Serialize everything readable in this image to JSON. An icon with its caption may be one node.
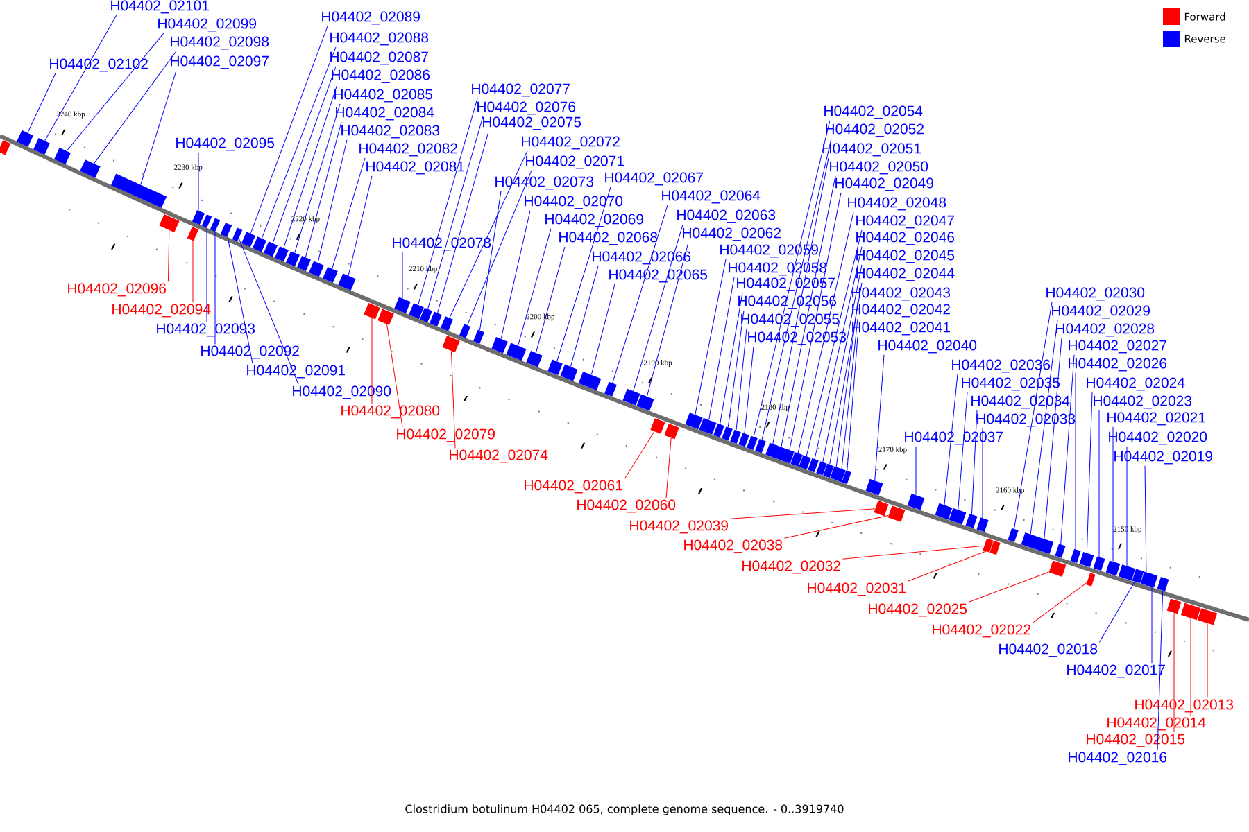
{
  "diagram": {
    "caption": "Clostridium botulinum H04402 065, complete genome sequence. - 0..3919740",
    "nodes": [
      {
        "text": [
          "H04402_02101"
        ]
      },
      {
        "text": [
          "H04402_02099"
        ]
      },
      {
        "text": [
          "H04402_02102"
        ]
      },
      {
        "text": [
          "H04402_02098"
        ]
      },
      {
        "text": [
          "H04402_02097"
        ]
      },
      {
        "text": [
          "H04402_02095"
        ]
      },
      {
        "text": [
          "H04402_02089"
        ]
      },
      {
        "text": [
          "H04402_02088"
        ]
      },
      {
        "text": [
          "H04402_02087"
        ]
      },
      {
        "text": [
          "H04402_02086"
        ]
      },
      {
        "text": [
          "H04402_02085"
        ]
      },
      {
        "text": [
          "H04402_02084"
        ]
      },
      {
        "text": [
          "H04402_02083"
        ]
      },
      {
        "text": [
          "H04402_02082"
        ]
      },
      {
        "text": [
          "H04402_02081"
        ]
      },
      {
        "text": [
          "H04402_02078"
        ]
      },
      {
        "text": [
          "H04402_02077"
        ]
      },
      {
        "text": [
          "H04402_02076"
        ]
      },
      {
        "text": [
          "H04402_02075"
        ]
      },
      {
        "text": [
          "H04402_02072"
        ]
      },
      {
        "text": [
          "H04402_02071"
        ]
      },
      {
        "text": [
          "H04402_02073"
        ]
      },
      {
        "text": [
          "H04402_02070"
        ]
      },
      {
        "text": [
          "H04402_02069"
        ]
      },
      {
        "text": [
          "H04402_02068"
        ]
      },
      {
        "text": [
          "H04402_02067"
        ]
      },
      {
        "text": [
          "H04402_02066"
        ]
      },
      {
        "text": [
          "H04402_02065"
        ]
      },
      {
        "text": [
          "H04402_02064"
        ]
      },
      {
        "text": [
          "H04402_02063"
        ]
      },
      {
        "text": [
          "H04402_02062"
        ]
      },
      {
        "text": [
          "H04402_02059"
        ]
      },
      {
        "text": [
          "H04402_02058"
        ]
      },
      {
        "text": [
          "H04402_02057"
        ]
      },
      {
        "text": [
          "H04402_02056"
        ]
      },
      {
        "text": [
          "H04402_02055"
        ]
      },
      {
        "text": [
          "H04402_02053"
        ]
      },
      {
        "text": [
          "H04402_02054"
        ]
      },
      {
        "text": [
          "H04402_02052"
        ]
      },
      {
        "text": [
          "H04402_02051"
        ]
      },
      {
        "text": [
          "H04402_02050"
        ]
      },
      {
        "text": [
          "H04402_02049"
        ]
      },
      {
        "text": [
          "H04402_02048"
        ]
      },
      {
        "text": [
          "H04402_02047"
        ]
      },
      {
        "text": [
          "H04402_02046"
        ]
      },
      {
        "text": [
          "H04402_02045"
        ]
      },
      {
        "text": [
          "H04402_02044"
        ]
      },
      {
        "text": [
          "H04402_02043"
        ]
      },
      {
        "text": [
          "H04402_02042"
        ]
      },
      {
        "text": [
          "H04402_02041"
        ]
      },
      {
        "text": [
          "H04402_02040"
        ]
      },
      {
        "text": [
          "H04402_02037"
        ]
      },
      {
        "text": [
          "H04402_02036"
        ]
      },
      {
        "text": [
          "H04402_02035"
        ]
      },
      {
        "text": [
          "H04402_02034"
        ]
      },
      {
        "text": [
          "H04402_02033"
        ]
      },
      {
        "text": [
          "H04402_02030"
        ]
      },
      {
        "text": [
          "H04402_02029"
        ]
      },
      {
        "text": [
          "H04402_02028"
        ]
      },
      {
        "text": [
          "H04402_02027"
        ]
      },
      {
        "text": [
          "H04402_02026"
        ]
      },
      {
        "text": [
          "H04402_02024"
        ]
      },
      {
        "text": [
          "H04402_02023"
        ]
      },
      {
        "text": [
          "H04402_02021"
        ]
      },
      {
        "text": [
          "H04402_02020"
        ]
      },
      {
        "text": [
          "H04402_02019"
        ]
      },
      {
        "text": [
          "H04402_02093"
        ]
      },
      {
        "text": [
          "H04402_02092"
        ]
      },
      {
        "text": [
          "H04402_02091"
        ]
      },
      {
        "text": [
          "H04402_02090"
        ]
      },
      {
        "text": [
          "H04402_02018"
        ]
      },
      {
        "text": [
          "H04402_02017"
        ]
      },
      {
        "text": [
          "H04402_02016"
        ]
      },
      {
        "text": [
          "H04402_02096"
        ]
      },
      {
        "text": [
          "H04402_02094"
        ]
      },
      {
        "text": [
          "H04402_02080"
        ]
      },
      {
        "text": [
          "H04402_02079"
        ]
      },
      {
        "text": [
          "H04402_02074"
        ]
      },
      {
        "text": [
          "H04402_02061"
        ]
      },
      {
        "text": [
          "H04402_02060"
        ]
      },
      {
        "text": [
          "H04402_02039"
        ]
      },
      {
        "text": [
          "H04402_02038"
        ]
      },
      {
        "text": [
          "H04402_02032"
        ]
      },
      {
        "text": [
          "H04402_02031"
        ]
      },
      {
        "text": [
          "H04402_02025"
        ]
      },
      {
        "text": [
          "H04402_02022"
        ]
      },
      {
        "text": [
          "H04402_02013"
        ]
      },
      {
        "text": [
          "H04402_02014"
        ]
      },
      {
        "text": [
          "H04402_02015"
        ]
      },
      {
        "text": [],
        "shape": "box"
      },
      {
        "text": [],
        "shape": "box"
      },
      {
        "text": [],
        "shape": "box"
      },
      {
        "text": [],
        "shape": "box"
      },
      {
        "text": [],
        "shape": "box"
      },
      {
        "text": [],
        "shape": "box"
      },
      {
        "text": [],
        "shape": "box"
      },
      {
        "text": [],
        "shape": "box"
      },
      {
        "text": [],
        "shape": "box"
      },
      {
        "text": [],
        "shape": "box"
      },
      {
        "text": [],
        "shape": "box"
      },
      {
        "text": [],
        "shape": "box"
      },
      {
        "text": [],
        "shape": "box"
      },
      {
        "text": [],
        "shape": "box"
      },
      {
        "text": [],
        "shape": "box"
      },
      {
        "text": [],
        "shape": "box"
      },
      {
        "text": [],
        "shape": "box"
      },
      {
        "text": [],
        "shape": "box"
      },
      {
        "text": [],
        "shape": "box"
      },
      {
        "text": [],
        "shape": "box"
      },
      {
        "text": [],
        "shape": "box"
      },
      {
        "text": [],
        "shape": "box"
      },
      {
        "text": [],
        "shape": "box"
      },
      {
        "text": [],
        "shape": "box"
      },
      {
        "text": [],
        "shape": "box"
      },
      {
        "text": [],
        "shape": "box"
      },
      {
        "text": [],
        "shape": "box"
      },
      {
        "text": [],
        "shape": "box"
      },
      {
        "text": [],
        "shape": "box"
      },
      {
        "text": [],
        "shape": "box"
      },
      {
        "text": [],
        "shape": "box"
      },
      {
        "text": [],
        "shape": "box"
      },
      {
        "text": [],
        "shape": "box"
      },
      {
        "text": [],
        "shape": "box"
      },
      {
        "text": [],
        "shape": "box"
      },
      {
        "text": [],
        "shape": "box"
      },
      {
        "text": [],
        "shape": "box"
      },
      {
        "text": [],
        "shape": "box"
      },
      {
        "text": [],
        "shape": "box"
      },
      {
        "text": [],
        "shape": "box"
      },
      {
        "text": [],
        "shape": "box"
      },
      {
        "text": [],
        "shape": "box"
      },
      {
        "text": [],
        "shape": "box"
      },
      {
        "text": [],
        "shape": "box"
      },
      {
        "text": [],
        "shape": "box"
      },
      {
        "text": [],
        "shape": "box"
      },
      {
        "text": [],
        "shape": "box"
      },
      {
        "text": [],
        "shape": "box"
      },
      {
        "text": [],
        "shape": "box"
      },
      {
        "text": [],
        "shape": "box"
      },
      {
        "text": [],
        "shape": "box"
      },
      {
        "text": [],
        "shape": "box"
      },
      {
        "text": [],
        "shape": "box"
      },
      {
        "text": [],
        "shape": "box"
      },
      {
        "text": [],
        "shape": "box"
      },
      {
        "text": [],
        "shape": "box"
      },
      {
        "text": [],
        "shape": "box"
      },
      {
        "text": [],
        "shape": "box"
      },
      {
        "text": [],
        "shape": "box"
      },
      {
        "text": [],
        "shape": "box"
      },
      {
        "text": [],
        "shape": "box"
      },
      {
        "text": [],
        "shape": "box"
      },
      {
        "text": [],
        "shape": "box"
      },
      {
        "text": [],
        "shape": "box"
      },
      {
        "text": [],
        "shape": "box"
      },
      {
        "text": [],
        "shape": "box"
      },
      {
        "text": [],
        "shape": "box"
      },
      {
        "text": [],
        "shape": "box"
      },
      {
        "text": [],
        "shape": "box"
      },
      {
        "text": [],
        "shape": "box"
      },
      {
        "text": [],
        "shape": "box"
      },
      {
        "text": [],
        "shape": "box"
      },
      {
        "text": [],
        "shape": "box"
      },
      {
        "text": [],
        "shape": "box"
      },
      {
        "text": [],
        "shape": "box"
      },
      {
        "text": [],
        "shape": "box"
      },
      {
        "text": [],
        "shape": "box"
      },
      {
        "text": [],
        "shape": "box"
      },
      {
        "text": [],
        "shape": "box"
      },
      {
        "text": [],
        "shape": "box"
      },
      {
        "text": [],
        "shape": "box"
      },
      {
        "text": [],
        "shape": "box"
      },
      {
        "text": [],
        "shape": "box"
      },
      {
        "text": [],
        "shape": "box"
      },
      {
        "text": [],
        "shape": "box"
      },
      {
        "text": [],
        "shape": "box"
      },
      {
        "text": [],
        "shape": "box"
      },
      {
        "text": [],
        "shape": "box"
      },
      {
        "text": [],
        "shape": "box"
      },
      {
        "text": [],
        "shape": "box"
      }
    ],
    "edges": [
      {
        "from": 0,
        "to": 89,
        "arrow": "none"
      },
      {
        "from": 1,
        "to": 90,
        "arrow": "none"
      },
      {
        "from": 2,
        "to": 91,
        "arrow": "none"
      },
      {
        "from": 3,
        "to": 92,
        "arrow": "none"
      },
      {
        "from": 4,
        "to": 93,
        "arrow": "none"
      },
      {
        "from": 5,
        "to": 94,
        "arrow": "none"
      },
      {
        "from": 6,
        "to": 95,
        "arrow": "none"
      },
      {
        "from": 7,
        "to": 96,
        "arrow": "none"
      },
      {
        "from": 8,
        "to": 97,
        "arrow": "none"
      },
      {
        "from": 9,
        "to": 98,
        "arrow": "none"
      },
      {
        "from": 10,
        "to": 99,
        "arrow": "none"
      },
      {
        "from": 11,
        "to": 100,
        "arrow": "none"
      },
      {
        "from": 12,
        "to": 101,
        "arrow": "none"
      },
      {
        "from": 13,
        "to": 102,
        "arrow": "none"
      },
      {
        "from": 14,
        "to": 103,
        "arrow": "none"
      },
      {
        "from": 15,
        "to": 104,
        "arrow": "none"
      },
      {
        "from": 16,
        "to": 105,
        "arrow": "none"
      },
      {
        "from": 17,
        "to": 106,
        "arrow": "none"
      },
      {
        "from": 18,
        "to": 107,
        "arrow": "none"
      },
      {
        "from": 19,
        "to": 108,
        "arrow": "none"
      },
      {
        "from": 20,
        "to": 109,
        "arrow": "none"
      },
      {
        "from": 21,
        "to": 110,
        "arrow": "none"
      },
      {
        "from": 22,
        "to": 111,
        "arrow": "none"
      },
      {
        "from": 23,
        "to": 112,
        "arrow": "none"
      },
      {
        "from": 24,
        "to": 113,
        "arrow": "none"
      },
      {
        "from": 25,
        "to": 114,
        "arrow": "none"
      },
      {
        "from": 26,
        "to": 115,
        "arrow": "none"
      },
      {
        "from": 27,
        "to": 116,
        "arrow": "none"
      },
      {
        "from": 28,
        "to": 117,
        "arrow": "none"
      },
      {
        "from": 29,
        "to": 118,
        "arrow": "none"
      },
      {
        "from": 30,
        "to": 119,
        "arrow": "none"
      },
      {
        "from": 31,
        "to": 120,
        "arrow": "none"
      },
      {
        "from": 32,
        "to": 121,
        "arrow": "none"
      },
      {
        "from": 33,
        "to": 122,
        "arrow": "none"
      },
      {
        "from": 34,
        "to": 123,
        "arrow": "none"
      },
      {
        "from": 35,
        "to": 124,
        "arrow": "none"
      },
      {
        "from": 36,
        "to": 125,
        "arrow": "none"
      },
      {
        "from": 37,
        "to": 126,
        "arrow": "none"
      },
      {
        "from": 38,
        "to": 127,
        "arrow": "none"
      },
      {
        "from": 39,
        "to": 128,
        "arrow": "none"
      },
      {
        "from": 40,
        "to": 129,
        "arrow": "none"
      },
      {
        "from": 41,
        "to": 130,
        "arrow": "none"
      },
      {
        "from": 42,
        "to": 131,
        "arrow": "none"
      },
      {
        "from": 43,
        "to": 132,
        "arrow": "none"
      },
      {
        "from": 44,
        "to": 133,
        "arrow": "none"
      },
      {
        "from": 45,
        "to": 134,
        "arrow": "none"
      },
      {
        "from": 46,
        "to": 135,
        "arrow": "none"
      },
      {
        "from": 47,
        "to": 136,
        "arrow": "none"
      },
      {
        "from": 48,
        "to": 137,
        "arrow": "none"
      },
      {
        "from": 49,
        "to": 138,
        "arrow": "none"
      },
      {
        "from": 50,
        "to": 139,
        "arrow": "none"
      },
      {
        "from": 51,
        "to": 140,
        "arrow": "none"
      },
      {
        "from": 52,
        "to": 141,
        "arrow": "none"
      },
      {
        "from": 53,
        "to": 142,
        "arrow": "none"
      },
      {
        "from": 54,
        "to": 143,
        "arrow": "none"
      },
      {
        "from": 55,
        "to": 144,
        "arrow": "none"
      },
      {
        "from": 56,
        "to": 145,
        "arrow": "none"
      },
      {
        "from": 57,
        "to": 146,
        "arrow": "none"
      },
      {
        "from": 58,
        "to": 147,
        "arrow": "none"
      },
      {
        "from": 59,
        "to": 148,
        "arrow": "none"
      },
      {
        "from": 60,
        "to": 149,
        "arrow": "none"
      },
      {
        "from": 61,
        "to": 150,
        "arrow": "none"
      },
      {
        "from": 62,
        "to": 151,
        "arrow": "none"
      },
      {
        "from": 63,
        "to": 152,
        "arrow": "none"
      },
      {
        "from": 64,
        "to": 153,
        "arrow": "none"
      },
      {
        "from": 65,
        "to": 154,
        "arrow": "none"
      },
      {
        "from": 66,
        "to": 155,
        "arrow": "none"
      },
      {
        "from": 67,
        "to": 156,
        "arrow": "none"
      },
      {
        "from": 68,
        "to": 157,
        "arrow": "none"
      },
      {
        "from": 69,
        "to": 158,
        "arrow": "none"
      },
      {
        "from": 70,
        "to": 159,
        "arrow": "none"
      },
      {
        "from": 71,
        "to": 160,
        "arrow": "none"
      },
      {
        "from": 72,
        "to": 161,
        "arrow": "none"
      },
      {
        "from": 73,
        "to": 162,
        "arrow": "none",
        "color": "#ff0000"
      },
      {
        "from": 74,
        "to": 163,
        "arrow": "none",
        "color": "#ff0000"
      },
      {
        "from": 75,
        "to": 164,
        "arrow": "none",
        "color": "#ff0000"
      },
      {
        "from": 76,
        "to": 165,
        "arrow": "none",
        "color": "#ff0000"
      },
      {
        "from": 77,
        "to": 166,
        "arrow": "none",
        "color": "#ff0000"
      },
      {
        "from": 78,
        "to": 167,
        "arrow": "none",
        "color": "#ff0000"
      },
      {
        "from": 79,
        "to": 168,
        "arrow": "none",
        "color": "#ff0000"
      },
      {
        "from": 80,
        "to": 169,
        "arrow": "none",
        "color": "#ff0000"
      },
      {
        "from": 81,
        "to": 170,
        "arrow": "none",
        "color": "#ff0000"
      },
      {
        "from": 82,
        "to": 171,
        "arrow": "none",
        "color": "#ff0000"
      },
      {
        "from": 83,
        "to": 172,
        "arrow": "none",
        "color": "#ff0000"
      },
      {
        "from": 84,
        "to": 173,
        "arrow": "none",
        "color": "#ff0000"
      },
      {
        "from": 85,
        "to": 174,
        "arrow": "none",
        "color": "#ff0000"
      },
      {
        "from": 86,
        "to": 175,
        "arrow": "none",
        "color": "#ff0000"
      },
      {
        "from": 87,
        "to": 176,
        "arrow": "none",
        "color": "#ff0000"
      },
      {
        "from": 88,
        "to": 177,
        "arrow": "none",
        "color": "#ff0000"
      }
    ],
    "labels": [
      "2240 kbp",
      "2230 kbp",
      "2220 kbp",
      "2210 kbp",
      "2200 kbp",
      "2190 kbp",
      "2180 kbp",
      "2170 kbp",
      "2160 kbp",
      "2150 kbp"
    ],
    "legend": [
      {
        "text": "Forward",
        "color": "#ff0000"
      },
      {
        "text": "Reverse",
        "color": "#0000ff"
      }
    ]
  }
}
